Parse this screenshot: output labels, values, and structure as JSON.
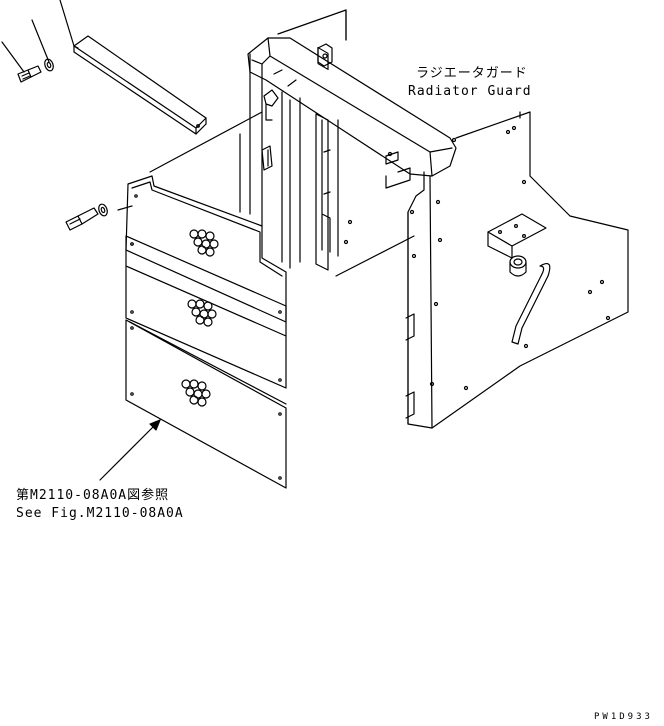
{
  "labels": {
    "radiator_guard_jp": "ラジエータガード",
    "radiator_guard_en": "Radiator Guard",
    "ref_jp": "第M2110-08A0A図参照",
    "ref_en": "See Fig.M2110-08A0A"
  },
  "drawing_code": "PW1D933",
  "colors": {
    "line": "#000000",
    "background": "#ffffff"
  }
}
